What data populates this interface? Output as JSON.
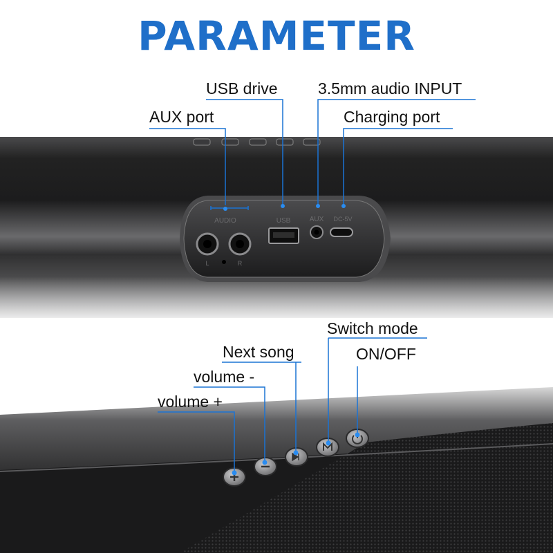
{
  "title": "PARAMETER",
  "colors": {
    "title": "#1f6fc9",
    "callout_line": "#1a73d4",
    "callout_dot": "#2a8cf0"
  },
  "top_callouts": {
    "usb_drive": "USB drive",
    "audio_input": "3.5mm audio INPUT",
    "aux_port": "AUX port",
    "charging_port": "Charging port"
  },
  "panel_print": {
    "audio": "AUDIO",
    "usb": "USB",
    "aux": "AUX",
    "dc": "DC-5V",
    "l": "L",
    "r": "R"
  },
  "bottom_callouts": {
    "switch_mode": "Switch mode",
    "next_song": "Next song",
    "on_off": "ON/OFF",
    "volume_minus": "volume -",
    "volume_plus": "volume +"
  },
  "icons": [
    "plus-icon",
    "minus-icon",
    "next-icon",
    "mode-icon",
    "power-icon"
  ]
}
